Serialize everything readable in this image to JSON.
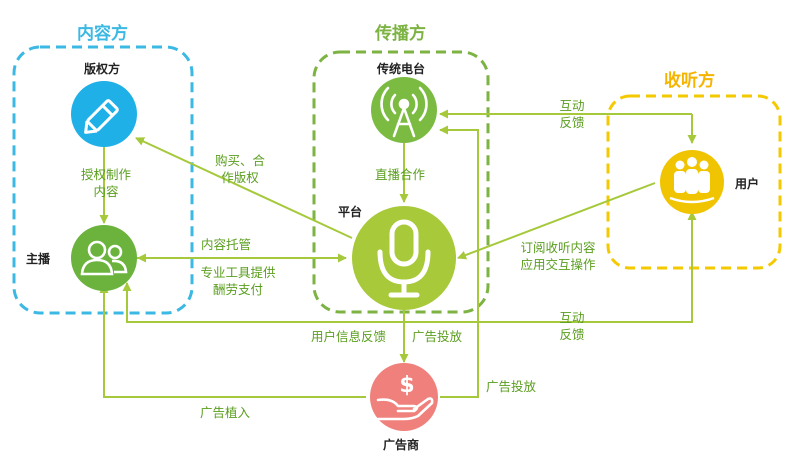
{
  "colors": {
    "content_group": "#3bb8e3",
    "broadcast_group": "#7cb342",
    "listener_group": "#f4c900",
    "arrow": "#a5c93a",
    "label_text": "#5a9e1e",
    "node_rights": "#1eb0e6",
    "node_host": "#6bb33c",
    "node_tradio": "#7cbb42",
    "node_platform": "#a7c93a",
    "node_user": "#f0c400",
    "node_advertiser": "#f0807b"
  },
  "groups": {
    "content": "内容方",
    "broadcast": "传播方",
    "listener": "收听方"
  },
  "nodes": {
    "rights": {
      "label": "版权方",
      "icon": "pencil-icon"
    },
    "host": {
      "label": "主播",
      "icon": "people-icon"
    },
    "tradio": {
      "label": "传统电台",
      "icon": "radio-tower-icon"
    },
    "platform": {
      "label": "平台",
      "icon": "microphone-icon"
    },
    "user": {
      "label": "用户",
      "icon": "users-group-icon"
    },
    "advertiser": {
      "label": "广告商",
      "icon": "money-hand-icon"
    }
  },
  "edges": {
    "authorize_1": "授权制作",
    "authorize_2": "内容",
    "buy_1": "购买、合",
    "buy_2": "作版权",
    "live_coop": "直播合作",
    "interact_top_1": "互动",
    "interact_top_2": "反馈",
    "content_hosting": "内容托管",
    "tools_1": "专业工具提供",
    "tools_2": "酬劳支付",
    "subscribe_1": "订阅收听内容",
    "subscribe_2": "应用交互操作",
    "interact_bottom_1": "互动",
    "interact_bottom_2": "反馈",
    "user_feedback": "用户信息反馈",
    "ad_delivery_1": "广告投放",
    "ad_delivery_2": "广告投放",
    "ad_placement": "广告植入"
  }
}
